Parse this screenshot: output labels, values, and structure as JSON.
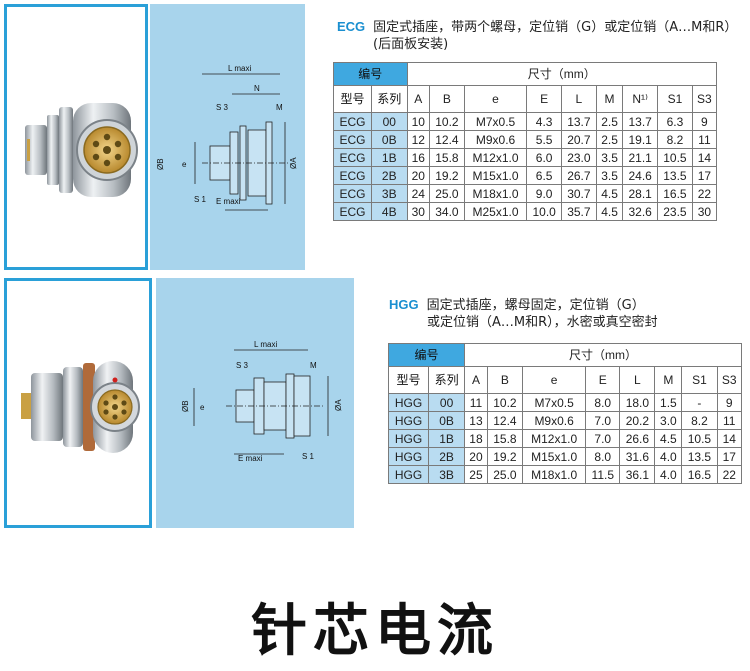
{
  "ecg": {
    "code": "ECG",
    "desc_line1": "固定式插座，带两个螺母，定位销（G）或定位销（A…M和R）",
    "desc_line2": "(后面板安装)",
    "header_group": "编号",
    "header_dims": "尺寸（mm）",
    "col_model": "型号",
    "col_series": "系列",
    "dim_cols": [
      "A",
      "B",
      "e",
      "E",
      "L",
      "M",
      "N¹⁾",
      "S1",
      "S3"
    ],
    "rows": [
      [
        "ECG",
        "00",
        "10",
        "10.2",
        "M7x0.5",
        "4.3",
        "13.7",
        "2.5",
        "13.7",
        "6.3",
        "9"
      ],
      [
        "ECG",
        "0B",
        "12",
        "12.4",
        "M9x0.6",
        "5.5",
        "20.7",
        "2.5",
        "19.1",
        "8.2",
        "11"
      ],
      [
        "ECG",
        "1B",
        "16",
        "15.8",
        "M12x1.0",
        "6.0",
        "23.0",
        "3.5",
        "21.1",
        "10.5",
        "14"
      ],
      [
        "ECG",
        "2B",
        "20",
        "19.2",
        "M15x1.0",
        "6.5",
        "26.7",
        "3.5",
        "24.6",
        "13.5",
        "17"
      ],
      [
        "ECG",
        "3B",
        "24",
        "25.0",
        "M18x1.0",
        "9.0",
        "30.7",
        "4.5",
        "28.1",
        "16.5",
        "22"
      ],
      [
        "ECG",
        "4B",
        "30",
        "34.0",
        "M25x1.0",
        "10.0",
        "35.7",
        "4.5",
        "32.6",
        "23.5",
        "30"
      ]
    ],
    "diagram_labels": {
      "lmax": "L maxi",
      "n": "N",
      "m": "M",
      "s3": "S 3",
      "s1": "S 1",
      "emax": "E  maxi",
      "phib": "ØB",
      "e": "e",
      "phia": "ØA"
    }
  },
  "hgg": {
    "code": "HGG",
    "desc_line1": "固定式插座，螺母固定，定位销（G）",
    "desc_line2": "或定位销（A…M和R），水密或真空密封",
    "header_group": "编号",
    "header_dims": "尺寸（mm）",
    "col_model": "型号",
    "col_series": "系列",
    "dim_cols": [
      "A",
      "B",
      "e",
      "E",
      "L",
      "M",
      "S1",
      "S3"
    ],
    "rows": [
      [
        "HGG",
        "00",
        "11",
        "10.2",
        "M7x0.5",
        "8.0",
        "18.0",
        "1.5",
        "-",
        "9"
      ],
      [
        "HGG",
        "0B",
        "13",
        "12.4",
        "M9x0.6",
        "7.0",
        "20.2",
        "3.0",
        "8.2",
        "11"
      ],
      [
        "HGG",
        "1B",
        "18",
        "15.8",
        "M12x1.0",
        "7.0",
        "26.6",
        "4.5",
        "10.5",
        "14"
      ],
      [
        "HGG",
        "2B",
        "20",
        "19.2",
        "M15x1.0",
        "8.0",
        "31.6",
        "4.0",
        "13.5",
        "17"
      ],
      [
        "HGG",
        "3B",
        "25",
        "25.0",
        "M18x1.0",
        "11.5",
        "36.1",
        "4.0",
        "16.5",
        "22"
      ]
    ],
    "diagram_labels": {
      "lmax": "L maxi",
      "m": "M",
      "s3": "S 3",
      "s1": "S 1",
      "emax": "E maxi",
      "phib": "ØB",
      "e": "e",
      "phia": "ØA"
    }
  },
  "footer_title": "针芯电流"
}
